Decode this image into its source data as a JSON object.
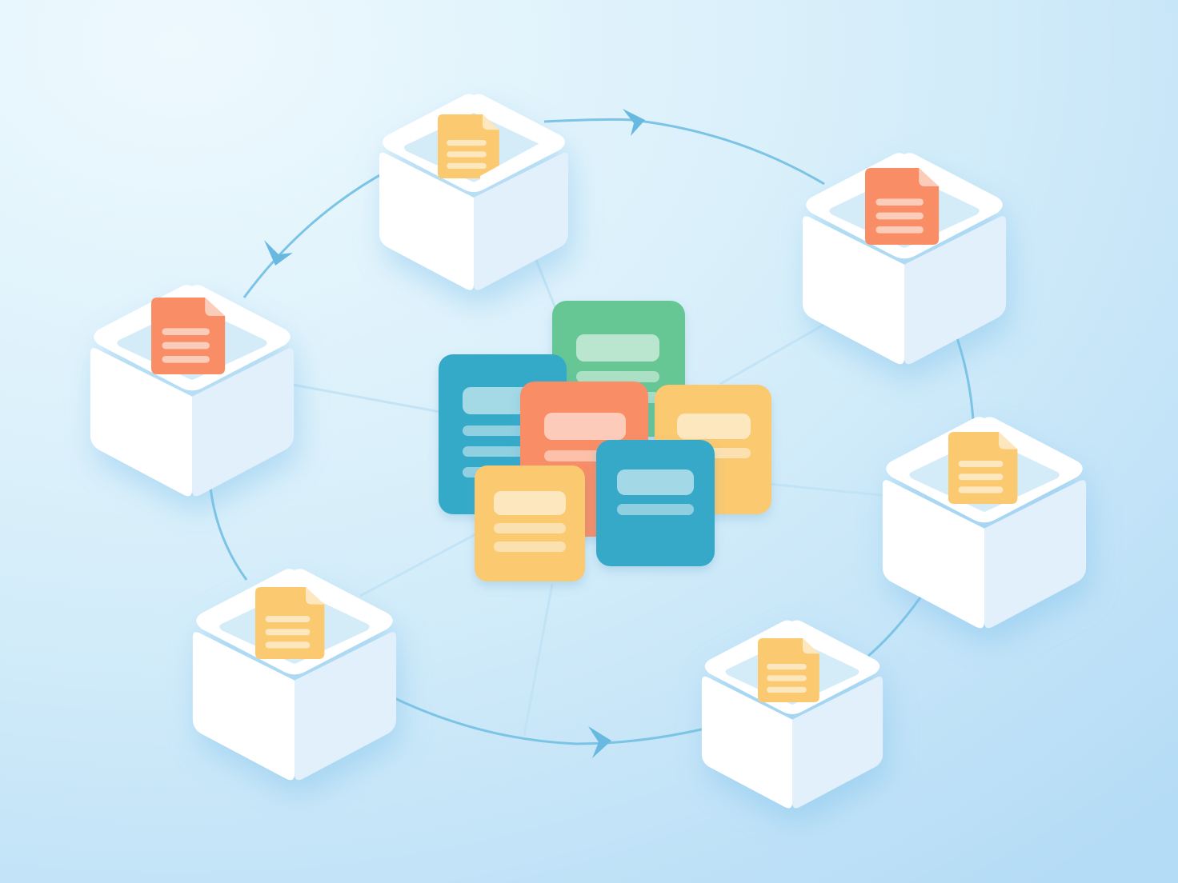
{
  "diagram": {
    "description_visible_text": [],
    "colors": {
      "background_light": "#eaf7fd",
      "background_mid": "#d2ecf9",
      "background_deep": "#b6dcf6",
      "ring_line": "#7cc2e3",
      "spoke_line": "#bfe1f3",
      "arrow": "#6bbadf",
      "cube_face_top": "#ffffff",
      "cube_face_left": "#ffffff",
      "cube_face_right": "#e3f1fb",
      "cube_inner": "#d9eefa",
      "doc_orange": "#f98e66",
      "doc_yellow": "#fac96f",
      "doc_green": "#66c895",
      "doc_teal": "#34a9c7",
      "doc_line_light": "#ffffff"
    },
    "ring_arrows": [
      {
        "name": "ring-arrow-top",
        "direction": "clockwise"
      },
      {
        "name": "ring-arrow-left",
        "direction": "counterclockwise"
      },
      {
        "name": "ring-arrow-bottom",
        "direction": "clockwise"
      }
    ],
    "nodes": [
      {
        "name": "storage-node-top",
        "doc_color": "yellow",
        "icon": "document-icon"
      },
      {
        "name": "storage-node-top-right",
        "doc_color": "orange",
        "icon": "document-icon"
      },
      {
        "name": "storage-node-right",
        "doc_color": "yellow",
        "icon": "document-icon"
      },
      {
        "name": "storage-node-bottom-right",
        "doc_color": "yellow",
        "icon": "document-icon"
      },
      {
        "name": "storage-node-bottom-left",
        "doc_color": "yellow",
        "icon": "document-icon"
      },
      {
        "name": "storage-node-left",
        "doc_color": "orange",
        "icon": "document-icon"
      }
    ],
    "central_stack": {
      "icon": "document-stack-icon",
      "cards": [
        {
          "name": "card-teal-back",
          "color": "teal"
        },
        {
          "name": "card-green-back",
          "color": "green"
        },
        {
          "name": "card-orange-middle",
          "color": "orange"
        },
        {
          "name": "card-yellow-right",
          "color": "yellow"
        },
        {
          "name": "card-yellow-front",
          "color": "yellow"
        },
        {
          "name": "card-teal-front",
          "color": "teal"
        }
      ]
    }
  }
}
